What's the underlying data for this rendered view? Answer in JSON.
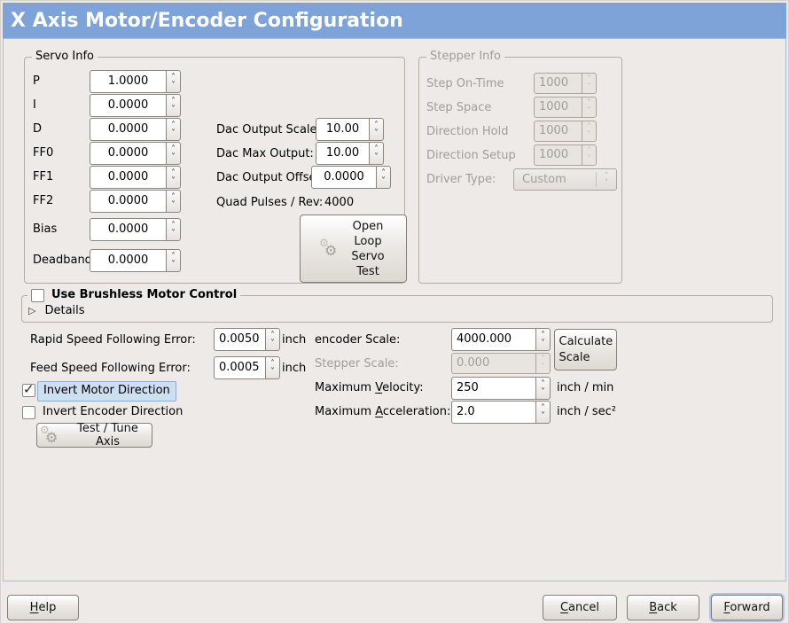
{
  "colors": {
    "titlebar_bg": "#7da3d8",
    "titlebar_text": "#ffffff",
    "focus_highlight": "#cfdff2"
  },
  "icons": {
    "gear": "⚙",
    "check": "✓",
    "triangle_right": "▷",
    "spin_up": "˄",
    "spin_down": "˅"
  },
  "window": {
    "title": "X Axis Motor/Encoder Configuration"
  },
  "servo_info": {
    "legend": "Servo Info",
    "fields": [
      {
        "label": "P",
        "value": "1.0000"
      },
      {
        "label": "I",
        "value": "0.0000"
      },
      {
        "label": "D",
        "value": "0.0000"
      },
      {
        "label": "FF0",
        "value": "0.0000"
      },
      {
        "label": "FF1",
        "value": "0.0000"
      },
      {
        "label": "FF2",
        "value": "0.0000"
      },
      {
        "label": "Bias",
        "value": "0.0000"
      },
      {
        "label": "Deadband",
        "value": "0.0000"
      }
    ]
  },
  "dac": {
    "rows": [
      {
        "label": "Dac Output Scale:",
        "value": "10.00"
      },
      {
        "label": "Dac Max Output:",
        "value": "10.00"
      },
      {
        "label": "Dac Output Offset:",
        "value": "0.0000"
      }
    ],
    "quad_label": "Quad Pulses / Rev:",
    "quad_value": "4000"
  },
  "open_loop_button": {
    "label": "Open Loop Servo Test"
  },
  "stepper_info": {
    "legend": "Stepper Info",
    "fields": [
      {
        "label": "Step On-Time",
        "value": "1000"
      },
      {
        "label": "Step Space",
        "value": "1000"
      },
      {
        "label": "Direction Hold",
        "value": "1000"
      },
      {
        "label": "Direction Setup",
        "value": "1000"
      }
    ],
    "driver_label": "Driver Type:",
    "driver_value": "Custom"
  },
  "brushless": {
    "label": "Use Brushless Motor Control",
    "checked": false,
    "details_label": "Details"
  },
  "following": {
    "rows": [
      {
        "label": "Rapid Speed Following Error:",
        "value": "0.0050",
        "unit": "inch"
      },
      {
        "label": "Feed Speed Following Error:",
        "value": "0.0005",
        "unit": "inch"
      }
    ]
  },
  "scales": {
    "encoder_label": "encoder Scale:",
    "encoder_value": "4000.000",
    "calculate_button": "Calculate Scale",
    "stepper_label": "Stepper Scale:",
    "stepper_value": "0.000",
    "velocity_label": "Maximum Velocity:",
    "velocity_value": "250",
    "velocity_unit": "inch / min",
    "accel_label": "Maximum Acceleration:",
    "accel_value": "2.0",
    "accel_unit": "inch / sec²"
  },
  "direction": {
    "invert_motor_label": "Invert Motor Direction",
    "invert_motor_checked": true,
    "invert_encoder_label": "Invert Encoder Direction",
    "invert_encoder_checked": false
  },
  "test_tune_button": {
    "label": "Test / Tune Axis"
  },
  "footer": {
    "help": "Help",
    "cancel": "Cancel",
    "back": "Back",
    "forward": "Forward"
  }
}
